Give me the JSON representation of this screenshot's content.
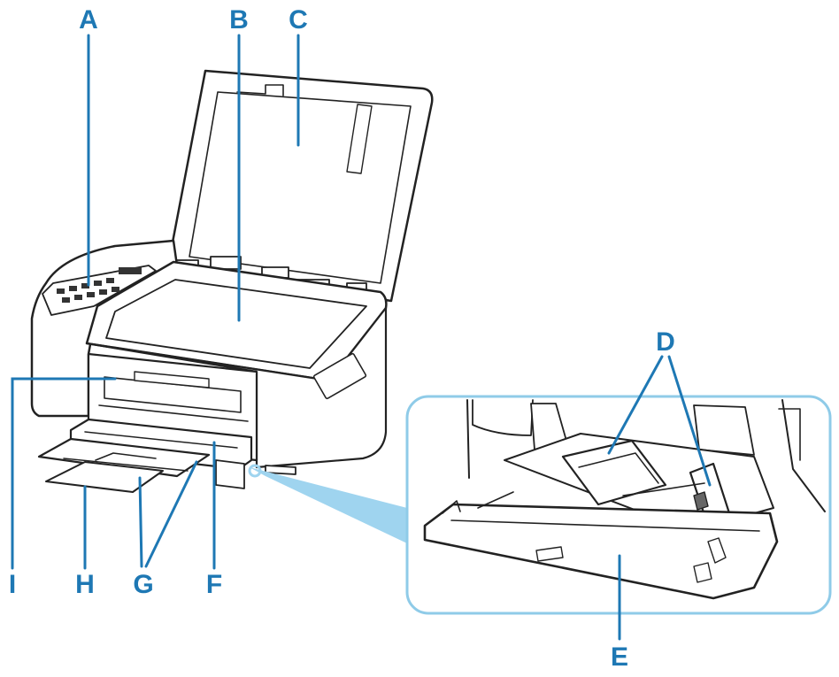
{
  "labels": {
    "a": "A",
    "b": "B",
    "c": "C",
    "d": "D",
    "e": "E",
    "f": "F",
    "g": "G",
    "h": "H",
    "i": "I"
  },
  "colors": {
    "label": "#1e78b4",
    "leader": "#1e78b4",
    "outline": "#222222",
    "callout_frame": "#8fcbe8",
    "callout_beam": "#9fd4ef"
  }
}
